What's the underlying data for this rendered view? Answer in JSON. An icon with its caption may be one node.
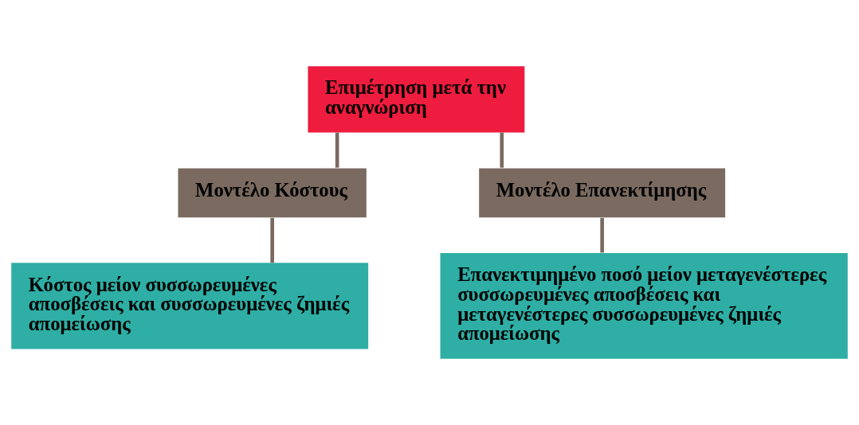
{
  "diagram": {
    "nodes": [
      {
        "text": [
          "Επιμέτρηση μετά την αναγνώριση"
        ]
      },
      {
        "text": [
          "Μοντέλο Κόστους"
        ]
      },
      {
        "text": [
          "Μοντέλο Επανεκτίμησης"
        ]
      },
      {
        "text": [
          "Κόστος μείον συσσωρευμένες αποσβέσεις και συσσωρευμένες ζημιές απομείωσης"
        ]
      },
      {
        "text": [
          "Επανεκτιμημένο ποσό μείον μεταγενέστερες συσσωρευμένες αποσβέσεις και μεταγενέστερες συσσωρευμένες ζημιές απομείωσης"
        ]
      }
    ],
    "edges": [
      {
        "from": 0,
        "to": 1,
        "arrow": "none"
      },
      {
        "from": 0,
        "to": 2,
        "arrow": "none"
      },
      {
        "from": 1,
        "to": 3,
        "arrow": "none"
      },
      {
        "from": 2,
        "to": 4,
        "arrow": "none"
      }
    ]
  }
}
